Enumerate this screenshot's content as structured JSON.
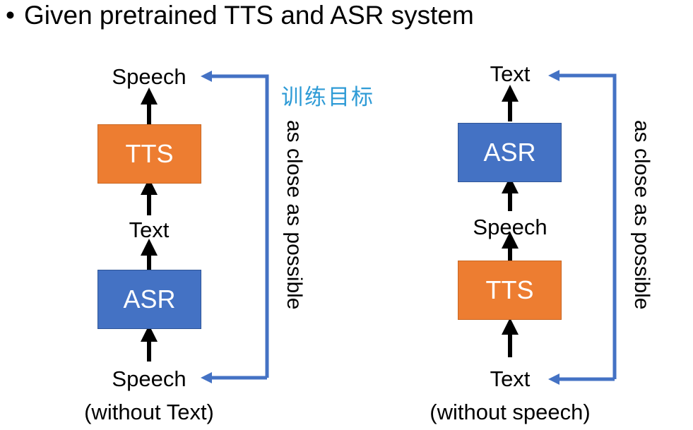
{
  "title": {
    "bullet": "•",
    "text": "Given pretrained TTS and ASR system"
  },
  "left": {
    "top_label": "Speech",
    "upper_box": "TTS",
    "middle_label": "Text",
    "lower_box": "ASR",
    "bottom_label": "Speech",
    "bottom_note": "(without Text)",
    "objective_label": "训练目标",
    "side_label": "as close as possible"
  },
  "right": {
    "top_label": "Text",
    "upper_box": "ASR",
    "middle_label": "Speech",
    "lower_box": "TTS",
    "bottom_label": "Text",
    "bottom_note": "(without speech)",
    "side_label": "as close as possible"
  },
  "colors": {
    "tts_box": "#ED7D31",
    "asr_box": "#4472C4",
    "loop_line": "#4472C4",
    "objective_text": "#2E9BD6"
  }
}
